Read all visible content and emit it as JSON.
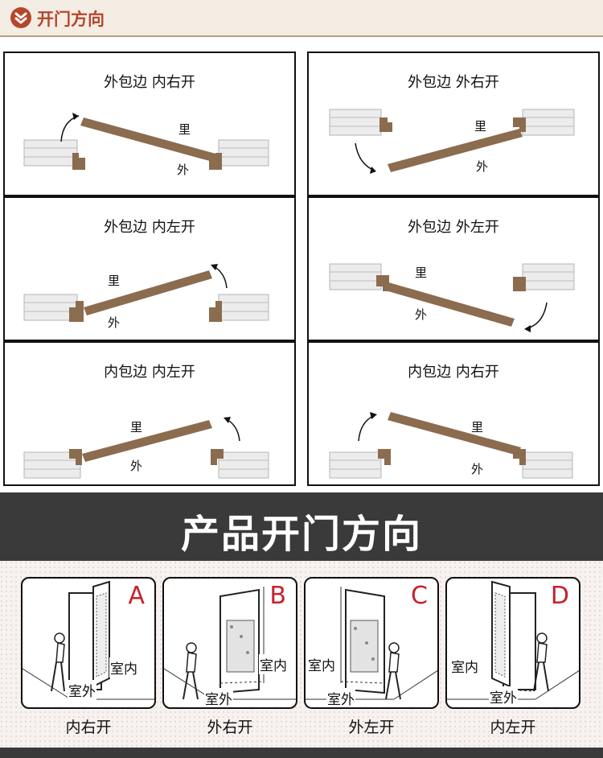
{
  "header": {
    "title": "开门方向"
  },
  "panels": [
    {
      "title": "外包边 内右开",
      "inner": "里",
      "outer": "外"
    },
    {
      "title": "外包边 外右开",
      "inner": "里",
      "outer": "外"
    },
    {
      "title": "外包边 内左开",
      "inner": "里",
      "outer": "外"
    },
    {
      "title": "外包边 外左开",
      "inner": "里",
      "outer": "外"
    },
    {
      "title": "内包边 内左开",
      "inner": "里",
      "outer": "外"
    },
    {
      "title": "内包边 内右开",
      "inner": "里",
      "outer": "外"
    }
  ],
  "banner": {
    "title": "产品开门方向"
  },
  "cards": [
    {
      "letter": "A",
      "label": "内右开",
      "indoor": "室内",
      "outdoor": "室外"
    },
    {
      "letter": "B",
      "label": "外右开",
      "indoor": "室内",
      "outdoor": "室外"
    },
    {
      "letter": "C",
      "label": "外左开",
      "indoor": "室内",
      "outdoor": "室外"
    },
    {
      "letter": "D",
      "label": "内左开",
      "indoor": "室内",
      "outdoor": "室外"
    }
  ],
  "colors": {
    "accent": "#b5462b",
    "door": "#8b6c4f",
    "brick": "#ececec",
    "letter": "#c8202c",
    "band": "#3a3a3a"
  }
}
